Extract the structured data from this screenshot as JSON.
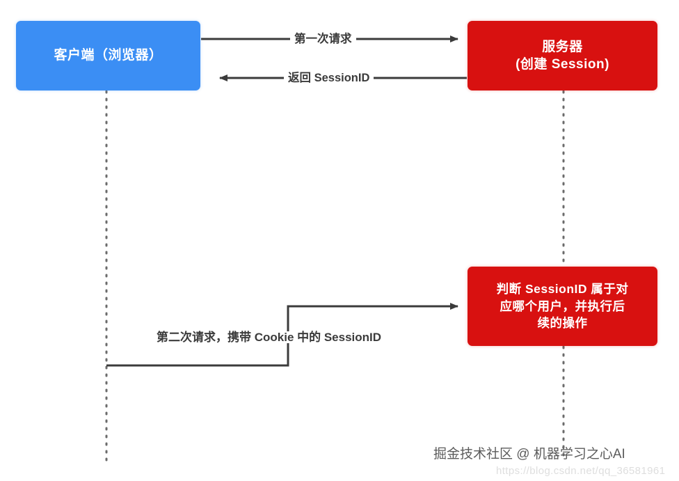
{
  "diagram": {
    "type": "sequence-diagram",
    "background_color": "#ffffff",
    "nodes": {
      "client": {
        "label_lines": [
          "客户端（浏览器）"
        ],
        "color": "#3b8ef4"
      },
      "server": {
        "label_lines": [
          "服务器",
          "(创建 Session)"
        ],
        "color": "#d81110"
      },
      "process": {
        "label_lines": [
          "判断 SessionID 属于对",
          "应哪个用户，并执行后",
          "续的操作"
        ],
        "color": "#d81110"
      }
    },
    "edges": {
      "first_request": {
        "label": "第一次请求",
        "direction": "client-to-server",
        "color": "#3b3b3b"
      },
      "return_session": {
        "label": "返回 SessionID",
        "direction": "server-to-client",
        "color": "#3b3b3b"
      },
      "second_request": {
        "label": "第二次请求，携带 Cookie 中的 SessionID",
        "direction": "client-to-process",
        "color": "#3b3b3b"
      }
    },
    "lifelines": {
      "client_lifeline_color": "#6b6b6b",
      "server_lifeline_color": "#6b6b6b",
      "style": "dotted"
    }
  },
  "watermark": {
    "text": "掘金技术社区 @ 机器学习之心AI",
    "url": "https://blog.csdn.net/qq_36581961"
  }
}
